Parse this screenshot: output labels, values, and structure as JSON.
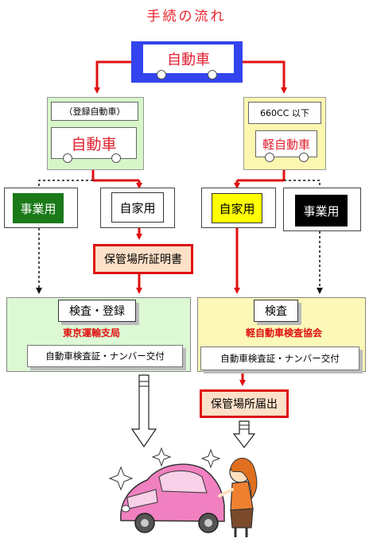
{
  "title": "手続の流れ",
  "top_box": {
    "label": "自動車"
  },
  "left_branch": {
    "category_label": "（登録自動車）",
    "car_label": "自動車",
    "business_label": "事業用",
    "private_label": "自家用",
    "certificate_label": "保管場所証明書",
    "inspection_label": "検査・登録",
    "office_label": "東京運輸支局",
    "issue_label": "自動車検査証・ナンバー交付"
  },
  "right_branch": {
    "category_label": "660CC 以下",
    "car_label": "軽自動車",
    "private_label": "自家用",
    "business_label": "事業用",
    "inspection_label": "検査",
    "office_label": "軽自動車検査協会",
    "issue_label": "自動車検査証・ナンバー交付",
    "notification_label": "保管場所届出"
  },
  "colors": {
    "arrow_red": "#e01010",
    "title_red": "#e8202a",
    "top_blue": "#3344ee",
    "business_green": "#1a7a1a",
    "private_yellow": "#ffff00",
    "business_black": "#000000",
    "left_panel": "#d6f6c8",
    "right_panel": "#fbf7b0",
    "certificate_fill": "#fde0c8",
    "car_pink": "#f080c0"
  },
  "illustration": {
    "subject": "pink-car-with-girl"
  }
}
